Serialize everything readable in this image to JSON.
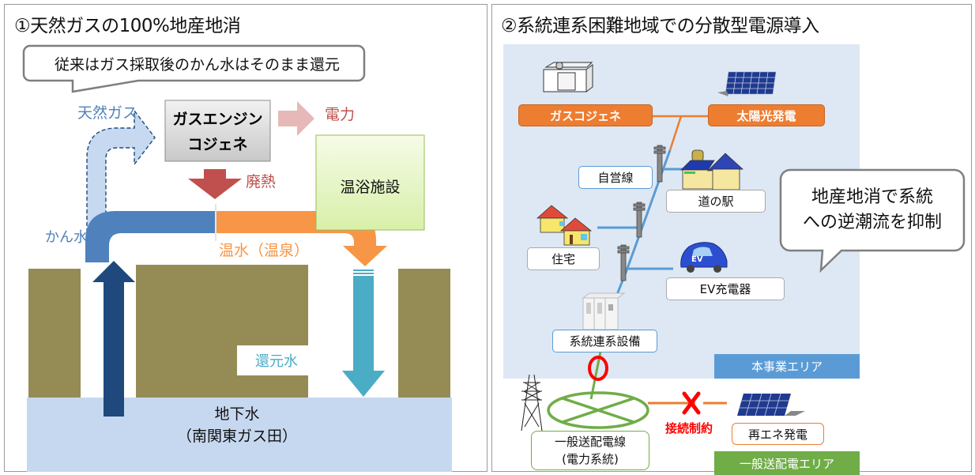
{
  "left_panel": {
    "title": "①天然ガスの100%地産地消",
    "callout": "従来はガス採取後のかん水はそのまま還元",
    "natural_gas_label": "天然ガス",
    "engine_box_line1": "ガスエンジン",
    "engine_box_line2": "コジェネ",
    "power_label": "電力",
    "waste_heat_label": "廃熱",
    "bath_facility_label": "温浴施設",
    "brine_label": "かん水",
    "hot_water_label": "温水（温泉）",
    "return_water_label": "還元水",
    "groundwater_line1": "地下水",
    "groundwater_line2": "（南関東ガス田）",
    "colors": {
      "ground": "#958b55",
      "groundwater": "#c6d8ef",
      "brine_pipe": "#4f81bd",
      "hot_pipe": "#f79646",
      "gas_arrow": "#c6d9f1",
      "power_arrow": "#e6b9b8",
      "heat_arrow": "#c0504d",
      "return_arrow": "#4bacc6",
      "up_arrow": "#1f497d"
    }
  },
  "right_panel": {
    "title": "②系統連系困難地域での分散型電源導入",
    "gas_cogen_label": "ガスコジェネ",
    "solar_label": "太陽光発電",
    "private_line_label": "自営線",
    "roadside_station_label": "道の駅",
    "housing_label": "住宅",
    "ev_charger_label": "EV充電器",
    "ev_badge": "EV",
    "grid_connection_label": "系統連系設備",
    "callout_line1": "地産地消で系統",
    "callout_line2": "への逆潮流を抑制",
    "project_area_label": "本事業エリア",
    "transmission_line1": "一般送配電線",
    "transmission_line2": "(電力系統)",
    "connection_constraint_label": "接続制約",
    "renewable_label": "再エネ発電",
    "general_area_label": "一般送配電エリア",
    "colors": {
      "area_bg": "#dde8f4",
      "orange": "#ed7d31",
      "blue_line": "#5b9bd5",
      "green": "#70ad47",
      "red": "#ff0000",
      "project_area_bg": "#5b9bd5",
      "general_area_bg": "#70ad47"
    }
  }
}
